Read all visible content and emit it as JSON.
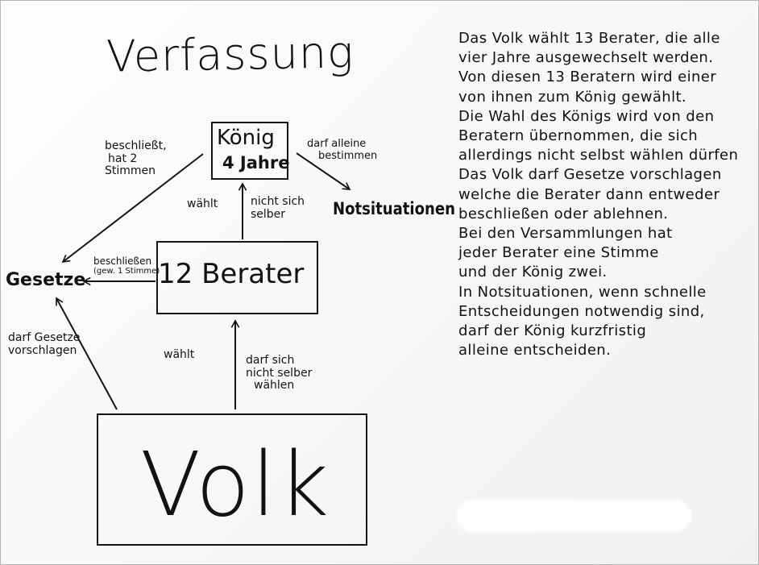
{
  "title": "Verfassung",
  "boxes": {
    "koenig": {
      "name": "König",
      "term": "4 Jahre"
    },
    "berater": {
      "name": "12 Berater"
    },
    "volk": {
      "name": "Volk"
    }
  },
  "nodes": {
    "gesetze": "Gesetze",
    "notsituationen": "Notsituationen"
  },
  "edge_labels": {
    "beschliesst": [
      "beschließt,",
      "hat 2",
      "Stimmen"
    ],
    "darf_alleine": [
      "darf alleine",
      "bestimmen"
    ],
    "waehlt_top": "wählt",
    "nicht_sich_selber": [
      "nicht sich",
      "selber"
    ],
    "beschliessen": [
      "beschließen",
      "(gew. 1 Stimme)"
    ],
    "darf_gesetze": [
      "darf Gesetze",
      "vorschlagen"
    ],
    "waehlt_bottom": "wählt",
    "darf_sich_nicht": [
      "darf sich",
      "nicht selber",
      "wählen"
    ]
  },
  "description_lines": [
    "Das Volk wählt 13 Berater, die alle",
    "vier Jahre ausgewechselt werden.",
    "Von diesen 13 Beratern wird einer",
    "von ihnen zum König gewählt.",
    "Die Wahl des Königs wird von den",
    "Beratern übernommen, die sich",
    "allerdings nicht selbst wählen dürfen",
    "Das Volk darf Gesetze vorschlagen",
    "welche die Berater dann entweder",
    "beschließen oder ablehnen.",
    "Bei den Versammlungen hat",
    "jeder Berater eine Stimme",
    "und der König zwei.",
    "In Notsituationen, wenn schnelle",
    "Entscheidungen notwendig sind,",
    "darf der König kurzfristig",
    "alleine entscheiden."
  ]
}
